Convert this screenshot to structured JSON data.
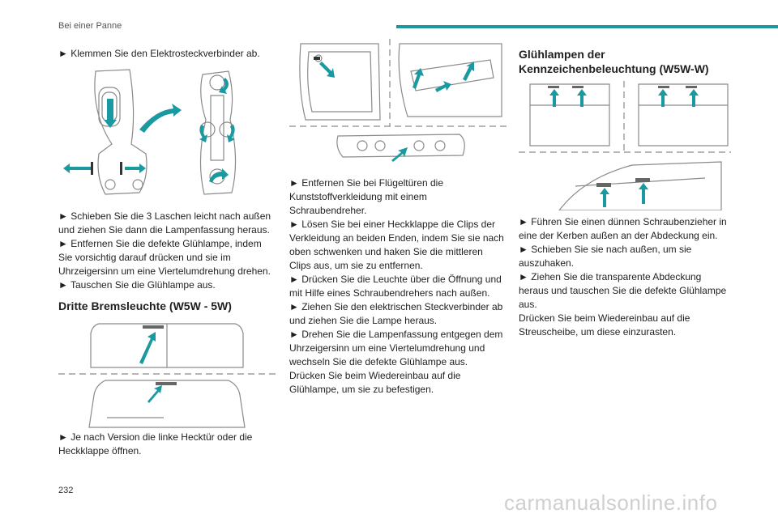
{
  "header": {
    "title": "Bei einer Panne"
  },
  "col1": {
    "step1": "► Klemmen Sie den Elektrosteckverbinder ab.",
    "steps2": [
      "► Schieben Sie die 3 Laschen leicht nach außen und ziehen Sie dann die Lampenfassung heraus.",
      "► Entfernen Sie die defekte Glühlampe, indem Sie vorsichtig darauf drücken und sie im Uhrzeigersinn um eine Viertelumdrehung drehen.",
      "► Tauschen Sie die Glühlampe aus."
    ],
    "heading": "Dritte Bremsleuchte (W5W - 5W)",
    "step3": "► Je nach Version die linke Hecktür oder die Heckklappe öffnen."
  },
  "col2": {
    "steps": [
      "► Entfernen Sie bei Flügeltüren die Kunststoffverkleidung mit einem Schraubendreher.",
      "► Lösen Sie bei einer Heckklappe die Clips der Verkleidung an beiden Enden, indem Sie sie nach oben schwenken und haken Sie die mittleren Clips aus, um sie zu entfernen.",
      "► Drücken Sie die Leuchte über die Öffnung und mit Hilfe eines Schraubendrehers nach außen.",
      "► Ziehen Sie den elektrischen Steckverbinder ab und ziehen Sie die Lampe heraus.",
      "► Drehen Sie die Lampenfassung entgegen dem Uhrzeigersinn um eine Viertelumdrehung und wechseln Sie die defekte Glühlampe aus.",
      "Drücken Sie beim Wiedereinbau auf die Glühlampe, um sie zu befestigen."
    ]
  },
  "col3": {
    "heading_line1": "Glühlampen der",
    "heading_line2": "Kennzeichenbeleuchtung (W5W-W)",
    "steps": [
      "► Führen Sie einen dünnen Schraubenzieher in eine der Kerben außen an der Abdeckung ein.",
      "► Schieben Sie sie nach außen, um sie auszuhaken.",
      "► Ziehen Sie die transparente Abdeckung heraus und tauschen Sie die defekte Glühlampe aus.",
      "Drücken Sie beim Wiedereinbau auf die Streuscheibe, um diese einzurasten."
    ]
  },
  "footer": {
    "page_number": "232",
    "watermark": "carmanualsonline.info"
  },
  "colors": {
    "accent": "#1a9aa0",
    "line_art": "#8a8a8a"
  }
}
